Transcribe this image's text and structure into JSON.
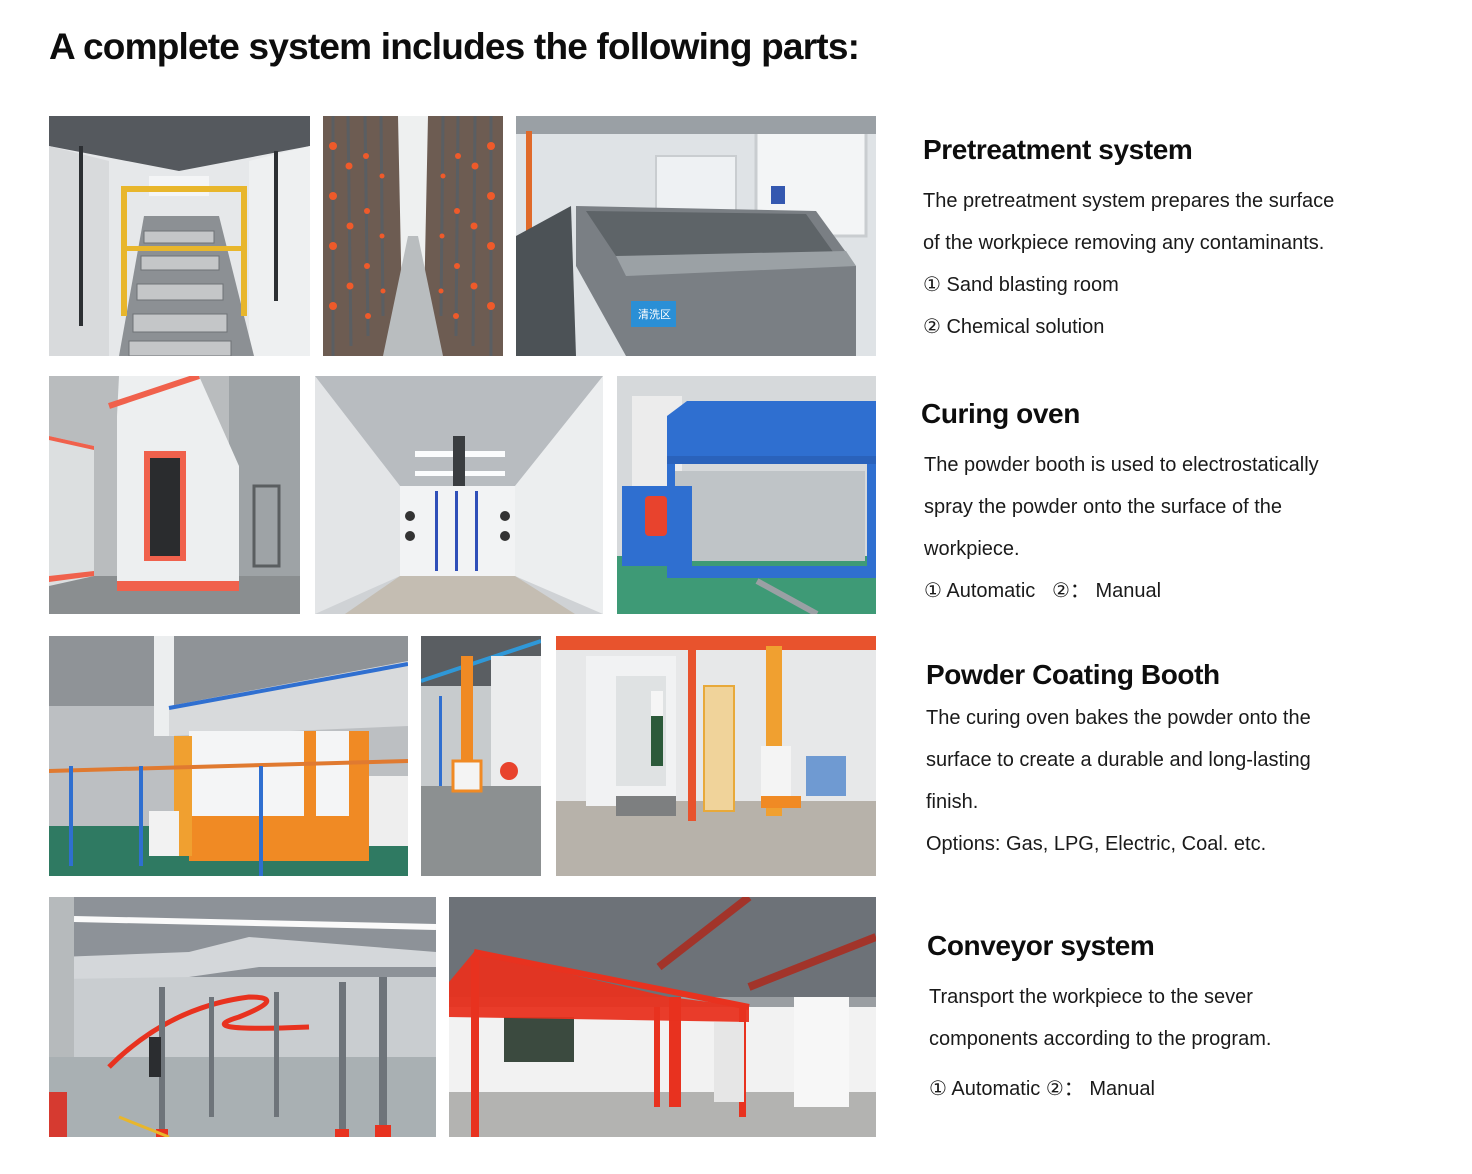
{
  "page": {
    "title": "A complete system includes the following parts:"
  },
  "sections": [
    {
      "heading": "Pretreatment system",
      "lines": [
        "The pretreatment system prepares the surface",
        "of the workpiece removing any contaminants.",
        "① Sand blasting room",
        "② Chemical solution"
      ]
    },
    {
      "heading": "Curing oven",
      "lines": [
        "The powder booth is used to electrostatically",
        "spray the powder onto the surface of the",
        "workpiece.",
        "① Automatic   ②： Manual"
      ]
    },
    {
      "heading": "Powder Coating Booth",
      "lines": [
        "The curing oven bakes the powder onto the",
        "surface to create a durable and long-lasting",
        "finish.",
        "Options: Gas, LPG, Electric, Coal. etc."
      ]
    },
    {
      "heading": "Conveyor system",
      "lines": [
        "Transport the workpiece to the sever",
        "components according to the program.",
        "① Automatic ②： Manual"
      ]
    }
  ],
  "photos": [
    {
      "row": 1,
      "subject": "pretreatment-tank-line-with-yellow-gantry"
    },
    {
      "row": 1,
      "subject": "spray-pretreatment-tunnel-with-orange-nozzles"
    },
    {
      "row": 1,
      "subject": "grey-chemical-dip-tanks",
      "label": "清洗区"
    },
    {
      "row": 2,
      "subject": "white-booth-with-red-trim"
    },
    {
      "row": 2,
      "subject": "white-curing-oven-interior"
    },
    {
      "row": 2,
      "subject": "blue-powder-booth-with-recovery-unit"
    },
    {
      "row": 3,
      "subject": "orange-white-powder-coating-booth"
    },
    {
      "row": 3,
      "subject": "orange-reciprocator-beside-booth"
    },
    {
      "row": 3,
      "subject": "manual-spray-booth-with-operator"
    },
    {
      "row": 4,
      "subject": "overhead-red-conveyor-line"
    },
    {
      "row": 4,
      "subject": "red-steel-conveyor-frame"
    }
  ],
  "colors": {
    "orange": "#f08a24",
    "blue": "#2f6fd0",
    "red": "#e8321f",
    "grey": "#7b7f84",
    "floor_green": "#3e9a76"
  }
}
